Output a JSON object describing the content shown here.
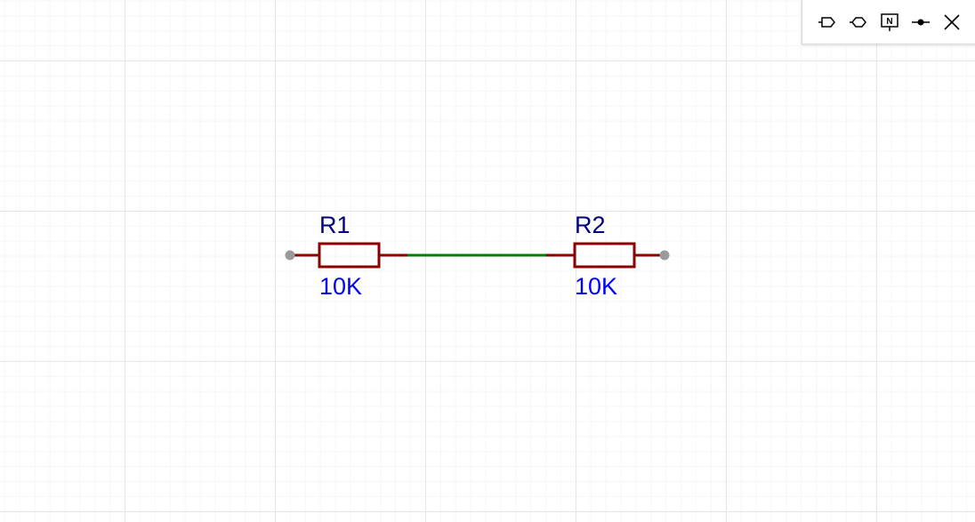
{
  "schematic": {
    "components": [
      {
        "designator": "R1",
        "value": "10K"
      },
      {
        "designator": "R2",
        "value": "10K"
      }
    ],
    "colors": {
      "resistor": "#8b0000",
      "wire": "#008000",
      "designator": "#000080",
      "value": "#0000ff",
      "pin_end": "#9a9a9a"
    }
  },
  "toolbar": {
    "tools": [
      {
        "icon": "net-port-right-icon"
      },
      {
        "icon": "net-port-bidirectional-icon"
      },
      {
        "icon": "net-label-icon",
        "glyph": "N"
      },
      {
        "icon": "junction-icon"
      },
      {
        "icon": "no-connect-icon"
      },
      {
        "icon": "more-icon"
      }
    ]
  }
}
